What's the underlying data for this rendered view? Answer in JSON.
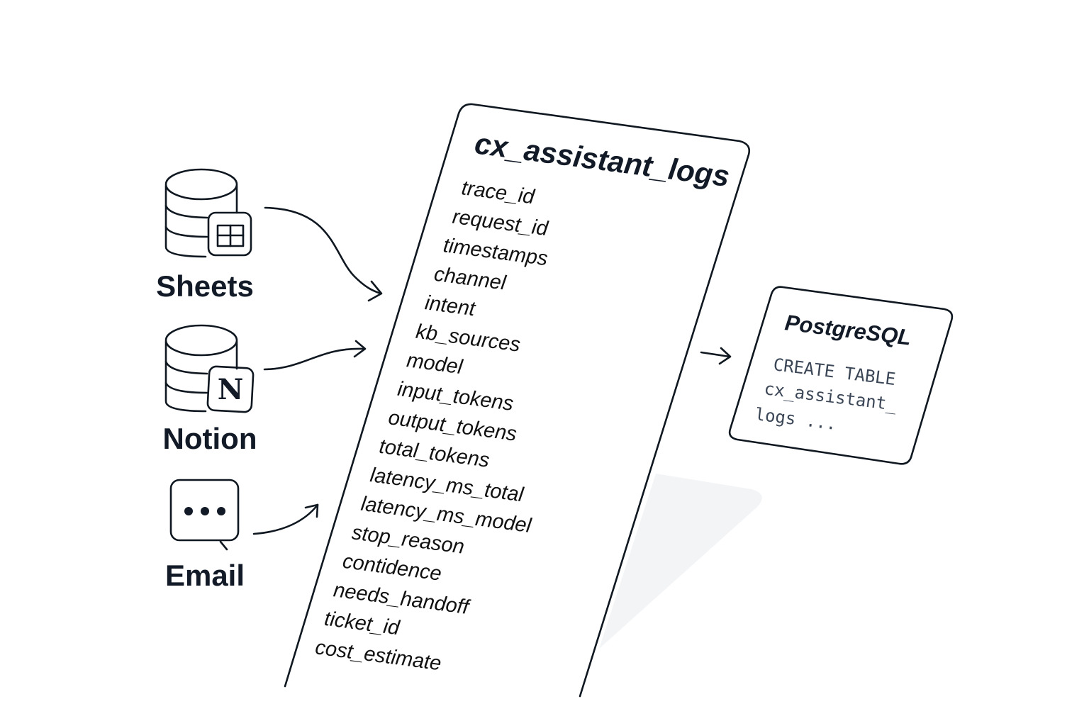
{
  "diagram": {
    "sources": [
      {
        "label": "Sheets",
        "icon": "database-sheets-icon",
        "badge": "grid"
      },
      {
        "label": "Notion",
        "icon": "database-notion-icon",
        "badge": "N"
      },
      {
        "label": "Email",
        "icon": "chat-bubble-icon",
        "badge": "•••"
      }
    ],
    "table": {
      "title": "cx_assistant_logs",
      "fields": [
        "trace_id",
        "request_id",
        "timestamps",
        "channel",
        "intent",
        "kb_sources",
        "model",
        "input_tokens",
        "output_tokens",
        "total_tokens",
        "latency_ms_total",
        "latency_ms_model",
        "stop_reason",
        "contidence",
        "needs_handoff",
        "ticket_id",
        "cost_estimate"
      ]
    },
    "destination": {
      "title": "PostgreSQL",
      "code_lines": [
        "CREATE TABLE",
        "cx_assistant_",
        "logs ..."
      ]
    },
    "colors": {
      "ink": "#0f1720",
      "code": "#3b4656",
      "shadow": "#f2f4f6",
      "background": "#ffffff"
    }
  }
}
